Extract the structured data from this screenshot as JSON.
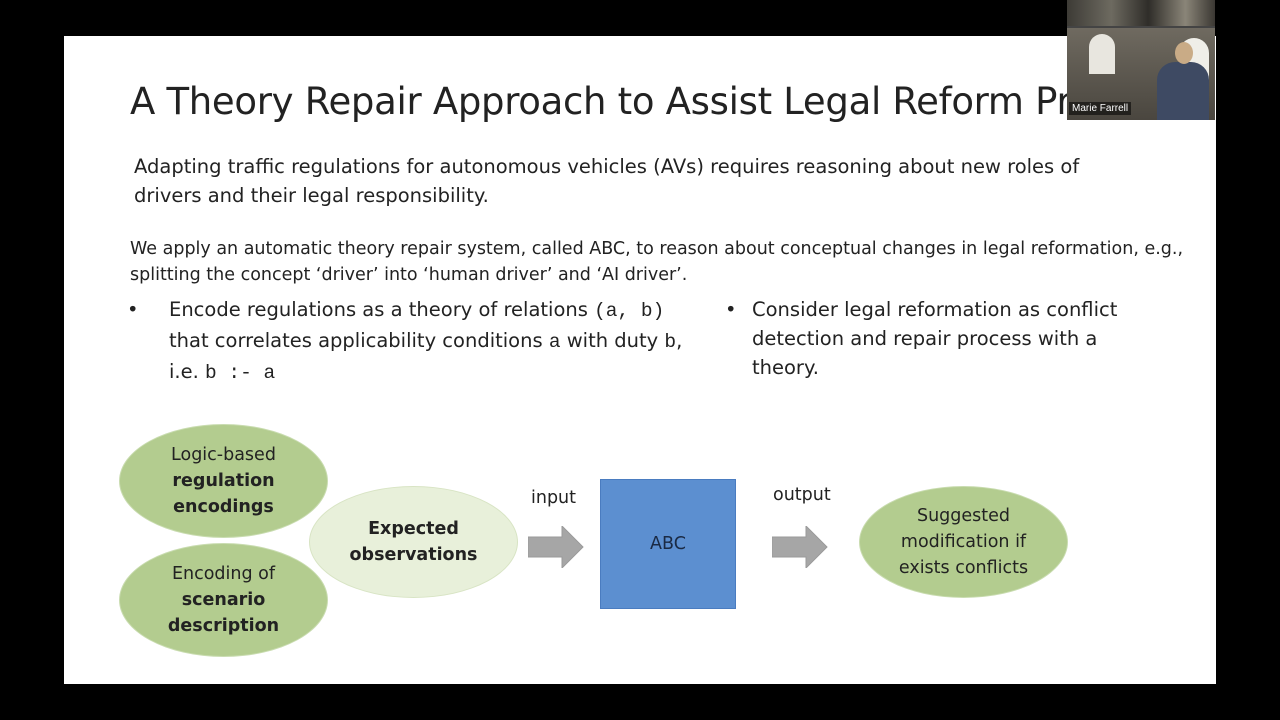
{
  "slide": {
    "title": "A Theory Repair Approach to Assist Legal Reform Proce",
    "subtitle": "Adapting traffic regulations for autonomous vehicles (AVs) requires reasoning about new roles of drivers and their legal responsibility.",
    "paragraph": "We apply an automatic theory repair system, called ABC, to reason about conceptual changes in legal reformation, e.g., splitting the concept ‘driver’ into ‘human driver’ and ‘AI driver’.",
    "bullets": [
      {
        "t1": "Encode regulations as a theory of relations ",
        "m1": "(a, b)",
        "t2": " that correlates applicability conditions ",
        "m2": "a",
        "t3": " with duty ",
        "m3": "b",
        "t4": ", i.e. ",
        "m4": "b :- a"
      },
      {
        "text": "Consider legal reformation as conflict detection and repair process with a theory."
      }
    ],
    "bullet_symbol": "•",
    "diagram": {
      "n1": {
        "l1": "Logic-based",
        "l2": "regulation",
        "l3": "encodings"
      },
      "n2": {
        "l1": "Encoding of",
        "l2": "scenario",
        "l3": "description"
      },
      "n3": {
        "l1": "Expected",
        "l2": "observations"
      },
      "input_label": "input",
      "abc_label": "ABC",
      "output_label": "output",
      "n4": {
        "l1": "Suggested",
        "l2": "modification if",
        "l3": "exists conflicts"
      }
    }
  },
  "video": {
    "speaker_name": "Marie Farrell"
  },
  "colors": {
    "ellipse_green": "#b3cc8f",
    "ellipse_light": "#e8f0da",
    "abc_box": "#5c8fd0",
    "arrow": "#a6a6a6"
  }
}
